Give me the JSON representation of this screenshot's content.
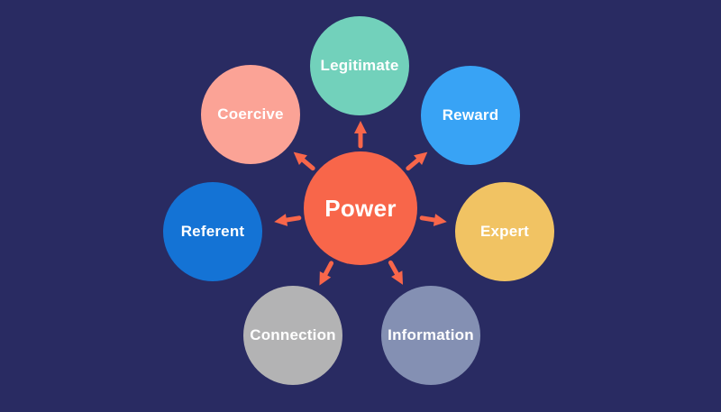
{
  "diagram": {
    "background_color": "#292B62",
    "text_color": "#FFFFFF",
    "arrow_color": "#F8664A",
    "center": {
      "label": "Power",
      "color": "#F8664A"
    },
    "nodes": [
      {
        "label": "Legitimate",
        "color": "#72D1BB"
      },
      {
        "label": "Reward",
        "color": "#38A3F5"
      },
      {
        "label": "Expert",
        "color": "#F1C363"
      },
      {
        "label": "Information",
        "color": "#8490B3"
      },
      {
        "label": "Connection",
        "color": "#B3B3B4"
      },
      {
        "label": "Referent",
        "color": "#1473D5"
      },
      {
        "label": "Coercive",
        "color": "#FBA396"
      }
    ]
  }
}
